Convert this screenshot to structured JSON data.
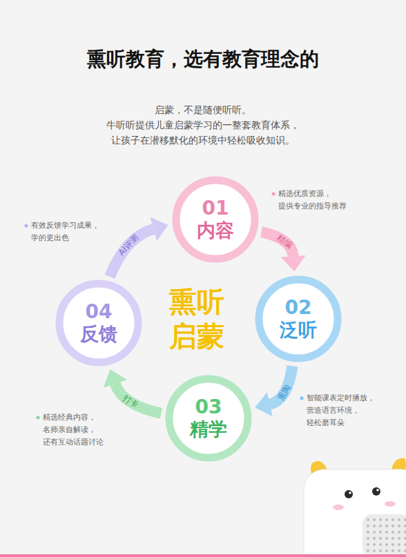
{
  "diagram": {
    "title": "熏听教育，选有教育理念的",
    "nodes": [
      {
        "text": [
          "01",
          "内容"
        ]
      },
      {
        "text": [
          "02",
          "泛听"
        ]
      },
      {
        "text": [
          "03",
          "精学"
        ]
      },
      {
        "text": [
          "04",
          "反馈"
        ]
      }
    ],
    "edges": [
      {
        "from": 0,
        "to": 1,
        "label": "精编",
        "arrow": "to"
      },
      {
        "from": 1,
        "to": 2,
        "label": "熏陶",
        "arrow": "to"
      },
      {
        "from": 2,
        "to": 3,
        "label": "打卡",
        "arrow": "to"
      },
      {
        "from": 3,
        "to": 0,
        "label": "AI评测",
        "arrow": "to"
      }
    ],
    "labels": [
      "启蒙，不是随便听听。",
      "牛听听提供儿童启蒙学习的一整套教育体系，",
      "让孩子在潜移默化的环境中轻松吸收知识。",
      "熏听",
      "启蒙",
      "精选优质资源， 提供专业的指导推荐",
      "有效反馈学习成果， 学的更出色",
      "智能课表定时播放， 营造语言环境， 轻松磨耳朵",
      "精选经典内容， 名师亲自解读， 还有互动话题讨论"
    ]
  }
}
